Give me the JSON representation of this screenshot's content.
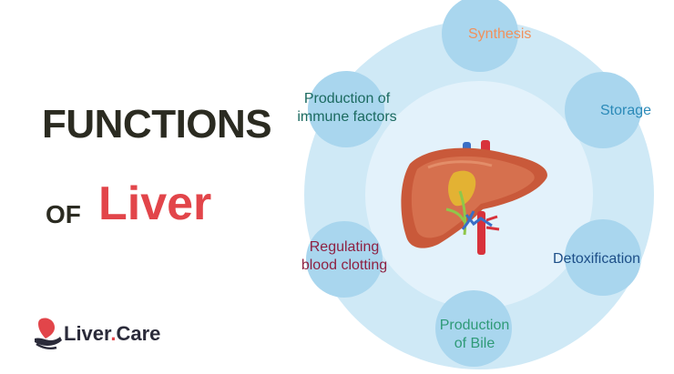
{
  "title": {
    "line1": "FUNCTIONS",
    "of": "OF",
    "liver": "Liver"
  },
  "logo": {
    "name_part1": "Liver",
    "dot": ".",
    "name_part2": "Care"
  },
  "functions": {
    "synthesis": "Synthesis",
    "storage": "Storage",
    "detoxification": "Detoxification",
    "bile_line1": "Production",
    "bile_line2": "of Bile",
    "clotting_line1": "Regulating",
    "clotting_line2": "blood clotting",
    "immune_line1": "Production of",
    "immune_line2": "immune factors"
  },
  "colors": {
    "title_dark": "#2b2b21",
    "title_accent": "#e2454a",
    "ring_outer": "#cfe9f6",
    "ring_inner": "#e3f2fb",
    "node": "#a9d6ee",
    "liver": "#c9593a"
  },
  "icons": [
    "liver-illustration",
    "hands-heart-logo-icon"
  ]
}
